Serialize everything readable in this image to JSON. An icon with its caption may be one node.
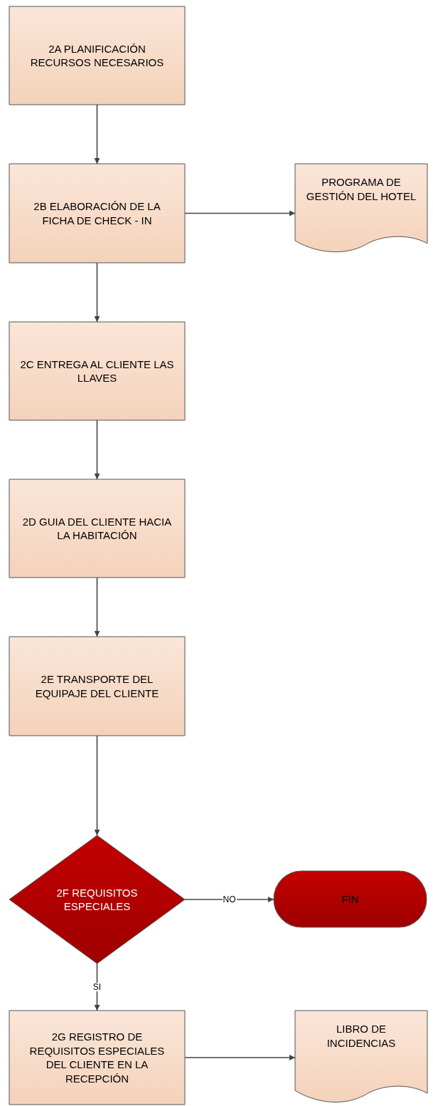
{
  "diagram": {
    "nodes": [
      {
        "text": [
          "2A PLANIFICACIÓN RECURSOS NECESARIOS"
        ]
      },
      {
        "text": [
          "2B ELABORACIÓN DE LA FICHA DE CHECK - IN"
        ]
      },
      {
        "text": [
          "PROGRAMA DE GESTIÓN DEL HOTEL"
        ]
      },
      {
        "text": [
          "2C ENTREGA AL CLIENTE LAS LLAVES"
        ]
      },
      {
        "text": [
          "2D GUIA DEL CLIENTE HACIA LA HABITACIÓN"
        ]
      },
      {
        "text": [
          "2E TRANSPORTE DEL EQUIPAJE DEL CLIENTE"
        ]
      },
      {
        "text": [
          "2F REQUISITOS ESPECIALES"
        ]
      },
      {
        "text": [
          "FIN"
        ]
      },
      {
        "text": [
          "2G REGISTRO DE REQUISITOS ESPECIALES DEL CLIENTE EN LA RECEPCIÓN"
        ]
      },
      {
        "text": [
          "LIBRO DE INCIDENCIAS"
        ]
      }
    ],
    "edges": [
      {
        "from": 0,
        "to": 1,
        "arrow": "to"
      },
      {
        "from": 1,
        "to": 2,
        "arrow": "to"
      },
      {
        "from": 1,
        "to": 3,
        "arrow": "to"
      },
      {
        "from": 3,
        "to": 4,
        "arrow": "to"
      },
      {
        "from": 4,
        "to": 5,
        "arrow": "to"
      },
      {
        "from": 5,
        "to": 6,
        "arrow": "to"
      },
      {
        "from": 6,
        "to": 7,
        "arrow": "to",
        "label": "NO"
      },
      {
        "from": 6,
        "to": 8,
        "arrow": "to",
        "label": "SI"
      },
      {
        "from": 8,
        "to": 9,
        "arrow": "to"
      }
    ]
  }
}
